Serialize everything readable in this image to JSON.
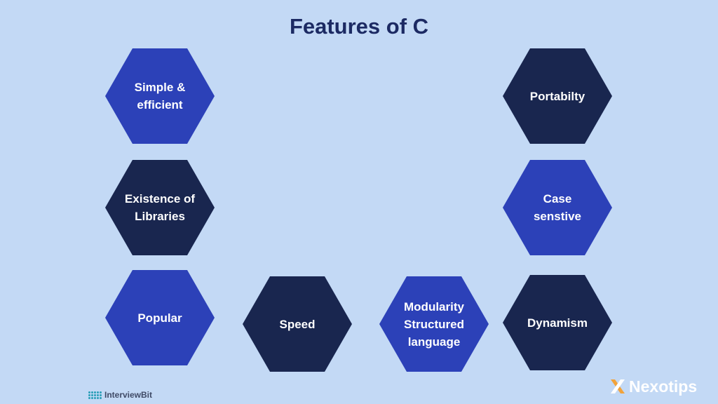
{
  "title": "Features of C",
  "features": {
    "simple": "Simple & efficient",
    "libraries": "Existence of Libraries",
    "popular": "Popular",
    "speed": "Speed",
    "modularity": "Modularity Structured language",
    "portability": "Portabilty",
    "case": "Case senstive",
    "dynamism": "Dynamism"
  },
  "colors": {
    "background": "#c3d9f5",
    "hex_blue": "#2c41b8",
    "hex_navy": "#19264f",
    "title": "#1c2a63"
  },
  "logos": {
    "interviewbit": "InterviewBit",
    "nexotips": "Nexotips"
  }
}
